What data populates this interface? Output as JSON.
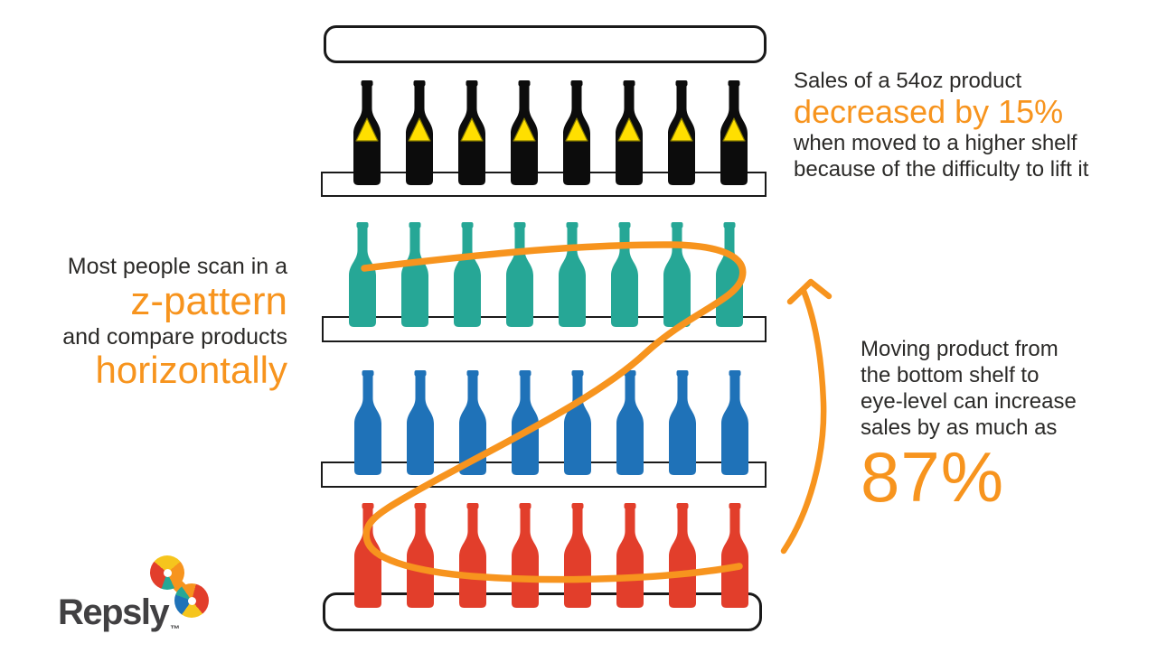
{
  "colors": {
    "orange": "#F7941E",
    "dark_text": "#2B2A28",
    "shelf_outline": "#1A1A1A",
    "bottle_black": "#0C0C0C",
    "bottle_teal": "#26A796",
    "bottle_blue": "#1F72B8",
    "bottle_red": "#E23E2B",
    "triangle_fill": "#FFDF00",
    "triangle_outline": "#7F7400",
    "logo_yellow": "#F6C51D",
    "wordmark": "#414042"
  },
  "annotations": {
    "top_right": {
      "line1": "Sales of a 54oz product",
      "highlight": "decreased by 15%",
      "line2": "when moved to a higher shelf",
      "line3": "because of the difficulty to lift it"
    },
    "left": {
      "line1": "Most people scan in a",
      "highlight1": "z-pattern",
      "line2": "and compare products",
      "highlight2": "horizontally"
    },
    "right": {
      "line1": "Moving product from",
      "line2": "the bottom shelf to",
      "line3": "eye-level can increase",
      "line4": "sales by as much as",
      "stat": "87%"
    }
  },
  "shelf_unit": {
    "rows": [
      {
        "name": "top-shelf-bottles",
        "color_key": "bottle_black",
        "bottles": 8,
        "warning_triangle": true
      },
      {
        "name": "eye-level-shelf-bottles",
        "color_key": "bottle_teal",
        "bottles": 8,
        "warning_triangle": false
      },
      {
        "name": "middle-shelf-bottles",
        "color_key": "bottle_blue",
        "bottles": 8,
        "warning_triangle": false
      },
      {
        "name": "bottom-shelf-bottles",
        "color_key": "bottle_red",
        "bottles": 8,
        "warning_triangle": false
      }
    ]
  },
  "icons": {
    "bottle": "wine-bottle-silhouette",
    "warning": "warning-triangle",
    "curve": "z-pattern-curve",
    "arrow": "curved-up-arrow",
    "logo": "repsly-pinwheel-logo"
  },
  "brand": {
    "name": "Repsly",
    "trademark": "™"
  }
}
